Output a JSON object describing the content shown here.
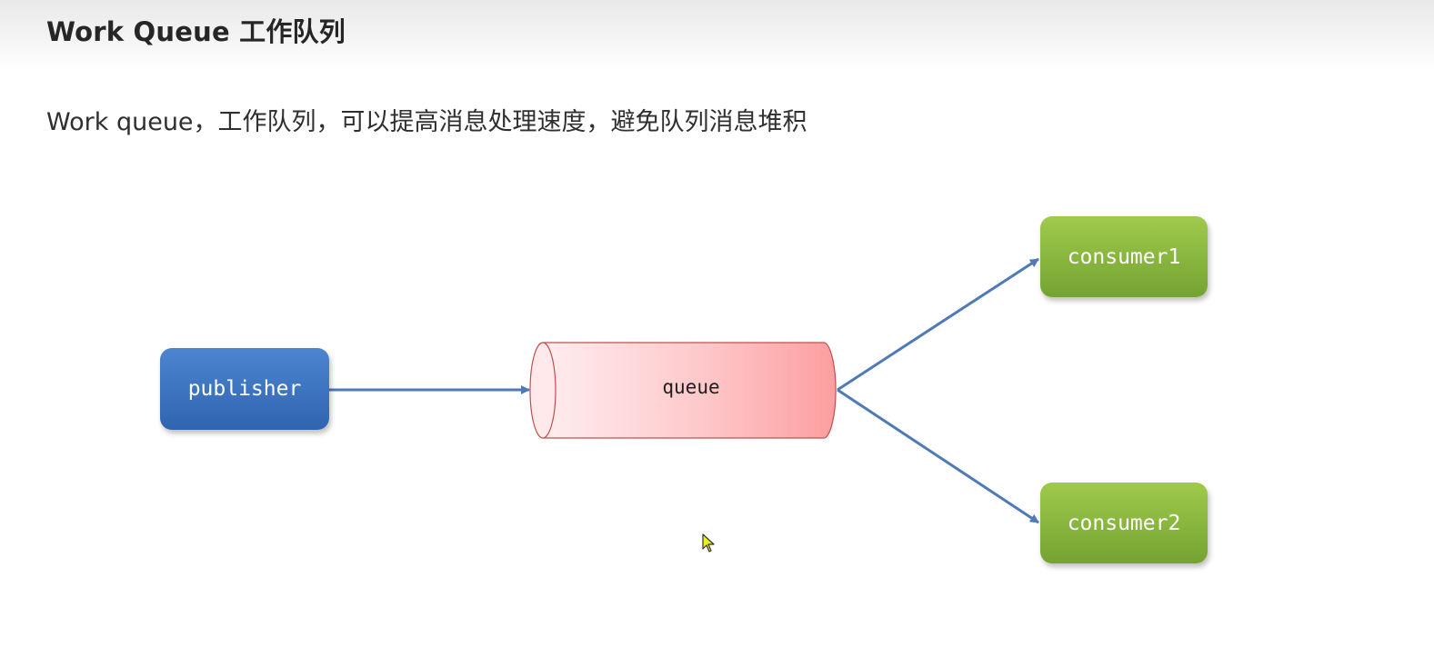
{
  "header": {
    "title": "Work Queue 工作队列"
  },
  "description": "Work queue，工作队列，可以提高消息处理速度，避免队列消息堆积",
  "diagram": {
    "publisher": {
      "label": "publisher"
    },
    "queue": {
      "label": "queue"
    },
    "consumers": [
      {
        "label": "consumer1"
      },
      {
        "label": "consumer2"
      }
    ]
  },
  "colors": {
    "publisher": "#3a70c0",
    "consumer": "#8cb842",
    "queue_light": "#fde6e8",
    "queue_dark": "#fda4a6",
    "arrow": "#4f7ab8"
  }
}
